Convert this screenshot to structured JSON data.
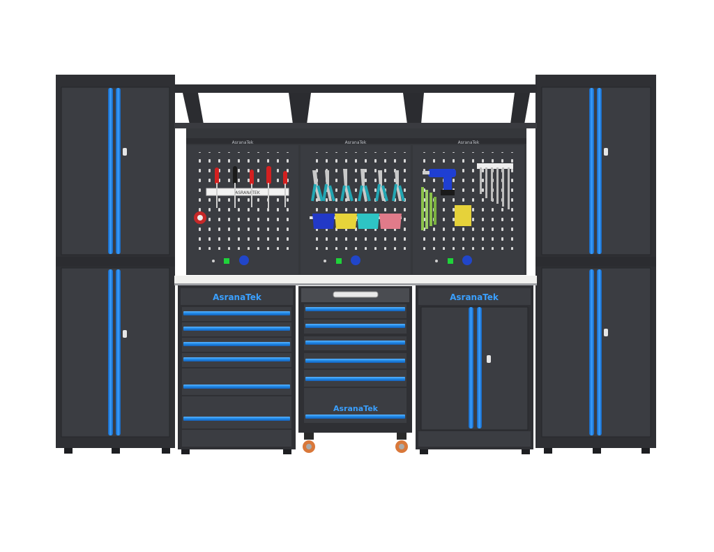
{
  "brand": {
    "logo_text": "AsranaTek",
    "board_logo_text": "AsranaTek",
    "strip_text": "ASRANATEK",
    "trolley_logo_text": "AsranaTek"
  },
  "colors": {
    "body": "#3b3d42",
    "body_dark": "#2c2d31",
    "body_light": "#45474c",
    "accent": "#1e88e5",
    "accent_light": "#5db3ff",
    "worktop": "#f1f1ef",
    "socket": "#2146c9",
    "led": "#1fd33a",
    "caster": "#d9783a"
  },
  "icons": [
    "lock-icon",
    "socket-icon",
    "led-icon",
    "screwdriver-icon",
    "pliers-icon",
    "drill-icon",
    "wrench-icon",
    "hex-key-icon",
    "bin-icon",
    "caster-icon",
    "tape-measure-icon"
  ]
}
